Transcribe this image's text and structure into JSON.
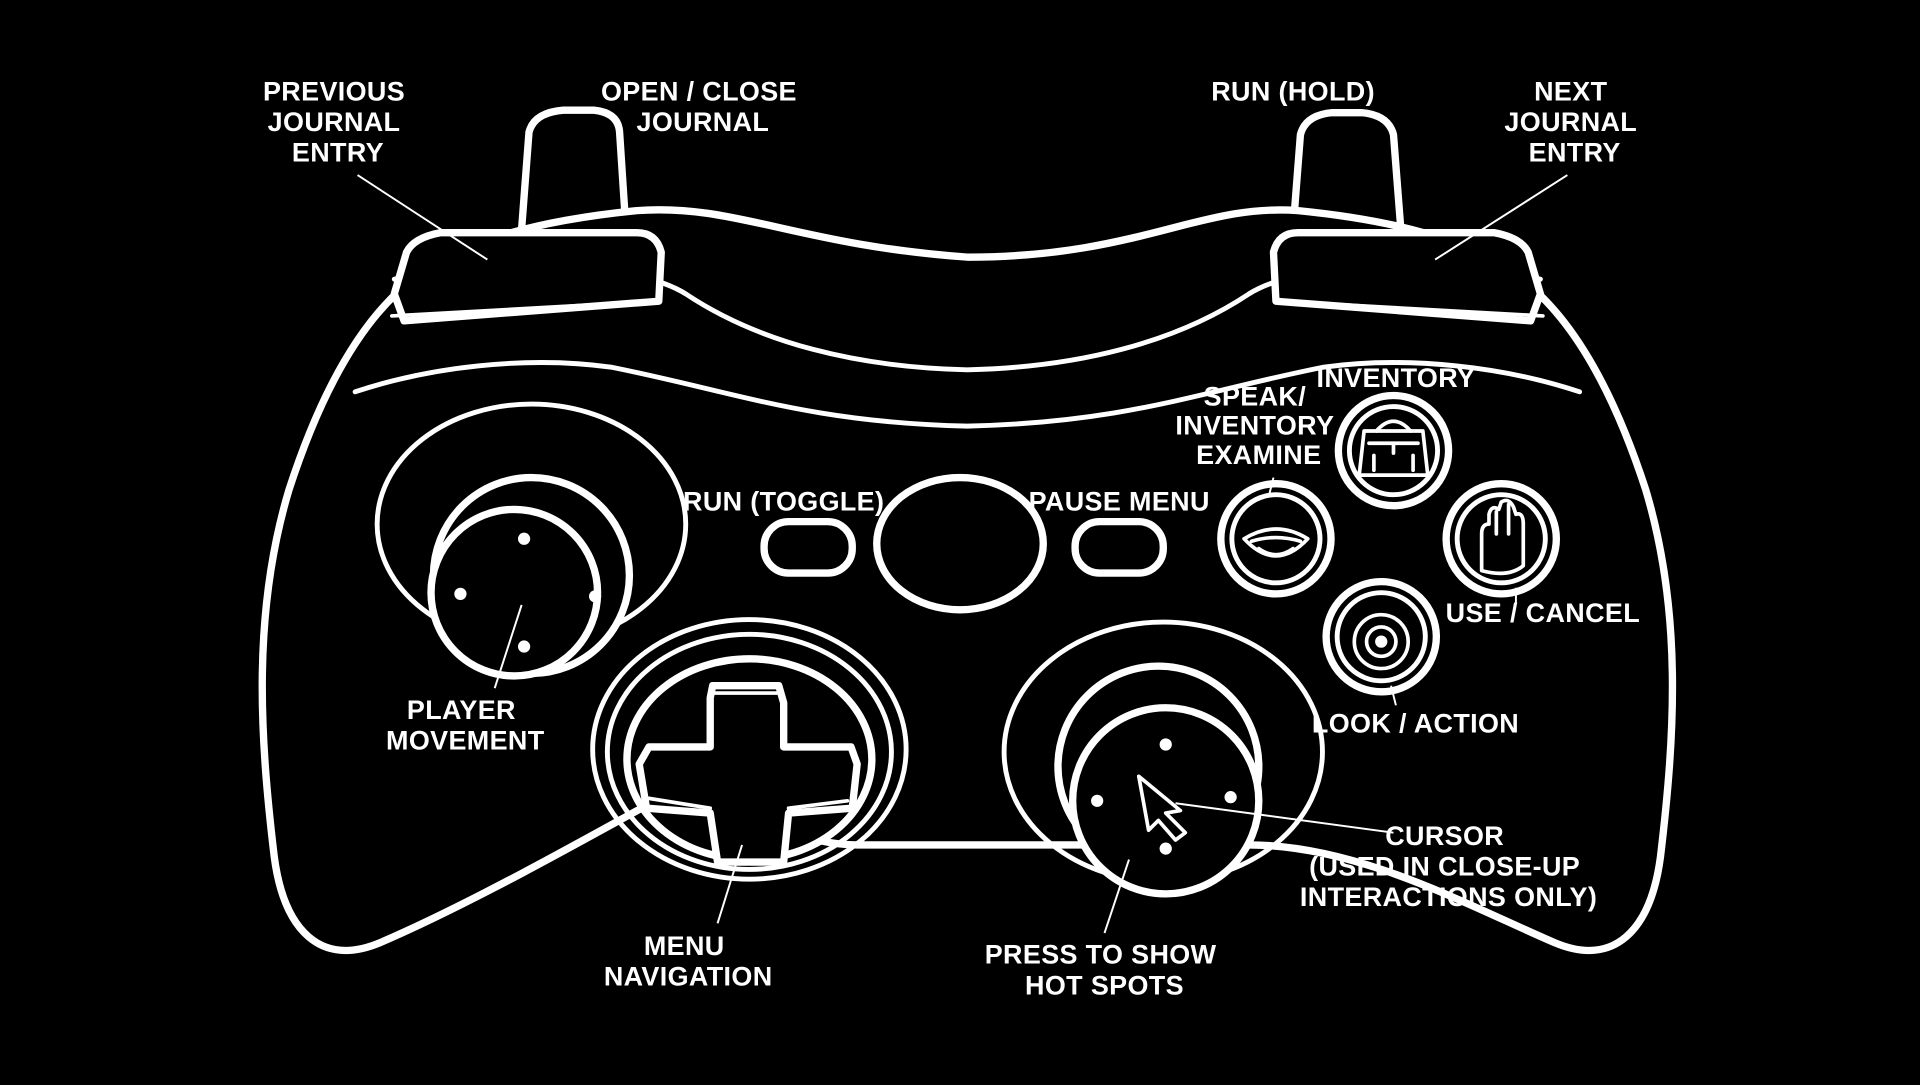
{
  "labels": {
    "prev_journal": [
      "PREVIOUS",
      "JOURNAL",
      "ENTRY"
    ],
    "open_close_journal": [
      "OPEN / CLOSE",
      "JOURNAL"
    ],
    "run_hold": [
      "RUN (HOLD)"
    ],
    "next_journal": [
      "NEXT",
      "JOURNAL",
      "ENTRY"
    ],
    "inventory": [
      "INVENTORY"
    ],
    "speak_examine": [
      "SPEAK/",
      "INVENTORY",
      "EXAMINE"
    ],
    "run_toggle": [
      "RUN (TOGGLE)"
    ],
    "pause_menu": [
      "PAUSE MENU"
    ],
    "use_cancel": [
      "USE / CANCEL"
    ],
    "player_movement": [
      "PLAYER",
      "MOVEMENT"
    ],
    "look_action": [
      "LOOK / ACTION"
    ],
    "cursor": [
      "CURSOR",
      "(USED IN CLOSE-UP",
      "INTERACTIONS ONLY)"
    ],
    "menu_navigation": [
      "MENU",
      "NAVIGATION"
    ],
    "hot_spots": [
      "PRESS TO SHOW",
      "HOT SPOTS"
    ]
  },
  "icons": {
    "inventory": "bag-icon",
    "speak": "mouth-icon",
    "use": "hand-icon",
    "look": "eye-icon",
    "cursor": "arrow-cursor-icon"
  },
  "colors": {
    "background": "#000000",
    "outline": "#ffffff"
  }
}
